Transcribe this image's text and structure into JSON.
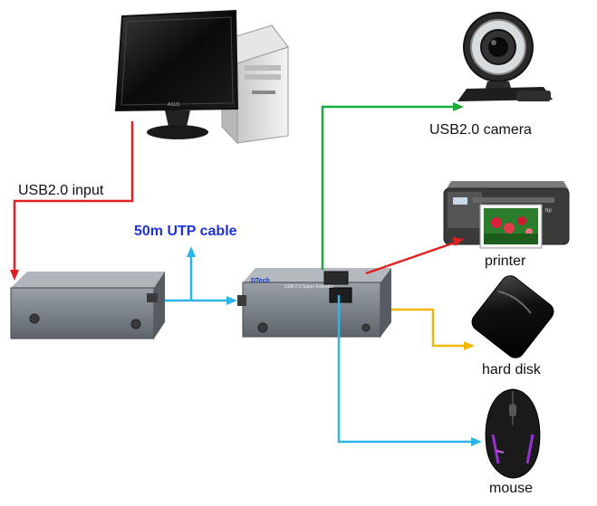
{
  "labels": {
    "usb_input": "USB2.0 input",
    "cable": "50m UTP cable",
    "camera": "USB2.0 camera",
    "printer": "printer",
    "hard_disk": "hard disk",
    "mouse": "mouse"
  },
  "devices": {
    "monitor_brand": "ASUS",
    "extender_brand": "DTech",
    "extender_title": "USB 2.0 Super Extender",
    "printer_brand": "hp"
  },
  "colors": {
    "usb_input_line": "#e02020",
    "cable_line": "#2bb5e8",
    "camera_line": "#1aaa3a",
    "printer_line": "#e02020",
    "hard_disk_line": "#f2b705",
    "mouse_line": "#2bb5e8",
    "cable_label": "#1d33d8"
  }
}
